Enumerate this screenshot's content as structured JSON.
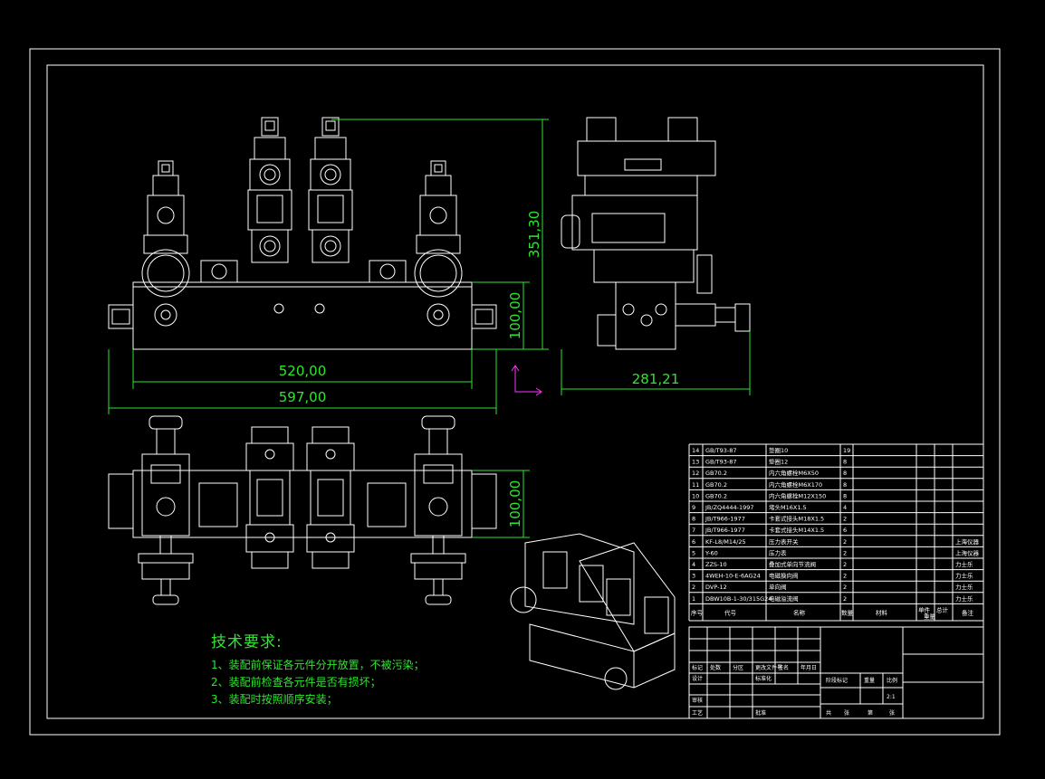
{
  "dimensions": {
    "height_total": "351,30",
    "height_block": "100,00",
    "width_block": "520,00",
    "width_total": "597,00",
    "depth": "281,21",
    "height_bottom": "100,00"
  },
  "technical_requirements": {
    "title": "技术要求:",
    "items": [
      "1、装配前保证各元件分开放置，不被污染；",
      "2、装配前检查各元件是否有损坏；",
      "3、装配时按照顺序安装；"
    ]
  },
  "parts_list": {
    "rows": [
      {
        "no": "14",
        "code": "GB/T93-87",
        "name": "垫圈10",
        "qty": "19",
        "note": ""
      },
      {
        "no": "13",
        "code": "GB/T93-87",
        "name": "垫圈12",
        "qty": "8",
        "note": ""
      },
      {
        "no": "12",
        "code": "GB70.2",
        "name": "内六角螺栓M6X50",
        "qty": "8",
        "note": ""
      },
      {
        "no": "11",
        "code": "GB70.2",
        "name": "内六角螺栓M6X170",
        "qty": "8",
        "note": ""
      },
      {
        "no": "10",
        "code": "GB70.2",
        "name": "内六角螺栓M12X150",
        "qty": "8",
        "note": ""
      },
      {
        "no": "9",
        "code": "JB/ZQ4444-1997",
        "name": "堵头M16X1.5",
        "qty": "4",
        "note": ""
      },
      {
        "no": "8",
        "code": "JB/T966-1977",
        "name": "卡套式接头M18X1.5",
        "qty": "2",
        "note": ""
      },
      {
        "no": "7",
        "code": "JB/T966-1977",
        "name": "卡套式接头M14X1.5",
        "qty": "6",
        "note": ""
      },
      {
        "no": "6",
        "code": "KF-L8/M14/25",
        "name": "压力表开关",
        "qty": "2",
        "note": "上海仪器"
      },
      {
        "no": "5",
        "code": "Y-60",
        "name": "压力表",
        "qty": "2",
        "note": "上海仪器"
      },
      {
        "no": "4",
        "code": "ZZS-10",
        "name": "叠加式单向节流阀",
        "qty": "2",
        "note": "力士乐"
      },
      {
        "no": "3",
        "code": "4WEH-10-E-6AG24",
        "name": "电磁换向阀",
        "qty": "2",
        "note": "力士乐"
      },
      {
        "no": "2",
        "code": "DVP-12",
        "name": "单向阀",
        "qty": "2",
        "note": "力士乐"
      },
      {
        "no": "1",
        "code": "DBW10B-1-30/315G24",
        "name": "电磁溢流阀",
        "qty": "2",
        "note": "力士乐"
      }
    ],
    "header": {
      "no": "序号",
      "code": "代号",
      "name": "名称",
      "qty": "数量",
      "material": "材料",
      "unit": "单件",
      "total": "总计",
      "weight": "重量",
      "note": "备注"
    }
  },
  "title_block": {
    "labels": [
      "标记",
      "处数",
      "分区",
      "更改文件号",
      "签名",
      "年月日",
      "设计",
      "标准化",
      "阶段标记",
      "重量",
      "比例",
      "审核",
      "工艺",
      "批准",
      "共",
      "张",
      "第",
      "张"
    ],
    "scale": "2:1"
  },
  "colors": {
    "line": "#ffffff",
    "dimension": "#2ee62e",
    "text": "#2ee62e",
    "ucs": "#ff33ff"
  }
}
